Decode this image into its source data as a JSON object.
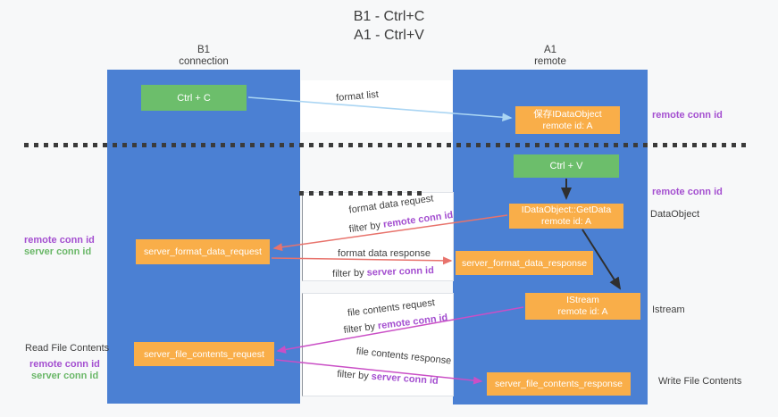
{
  "title": {
    "line1": "B1 - Ctrl+C",
    "line2": "A1 - Ctrl+V"
  },
  "columns": {
    "left": {
      "name": "B1",
      "subtitle": "connection"
    },
    "right": {
      "name": "A1",
      "subtitle": "remote"
    }
  },
  "boxes": {
    "ctrl_c": "Ctrl + C",
    "ctrl_v": "Ctrl + V",
    "save_dataobject": {
      "line1": "保存IDataObject",
      "line2": "remote id: A"
    },
    "getdata": {
      "line1": "IDataObject::GetData",
      "line2": "remote id: A"
    },
    "istream": {
      "line1": "IStream",
      "line2": "remote id: A"
    },
    "format_request": "server_format_data_request",
    "format_response": "server_format_data_response",
    "file_request": "server_file_contents_request",
    "file_response": "server_file_contents_response"
  },
  "flow_labels": {
    "format_list": "format list",
    "format_data_request": "format data request",
    "format_data_response": "format data response",
    "file_contents_request": "file contents request",
    "file_contents_response": "file contents response",
    "filter_by": "filter by ",
    "remote_conn_id": "remote conn id",
    "server_conn_id": "server conn id"
  },
  "side_labels": {
    "remote_conn_id": "remote conn id",
    "server_conn_id": "server conn id",
    "dataobject": "DataObject",
    "istream": "Istream",
    "read_file_contents": "Read File Contents",
    "write_file_contents": "Write File Contents"
  },
  "colors": {
    "lane_blue": "#4b80d3",
    "box_orange": "#f9ae49",
    "box_green": "#6cbe6b",
    "conn_id_purple": "#a44fd0",
    "conn_id_green": "#6ab768",
    "arrow_blue": "#aad5f3",
    "arrow_salmon": "#e8736c",
    "arrow_magenta": "#ca4fc6",
    "arrow_black": "#2f2f2f"
  }
}
